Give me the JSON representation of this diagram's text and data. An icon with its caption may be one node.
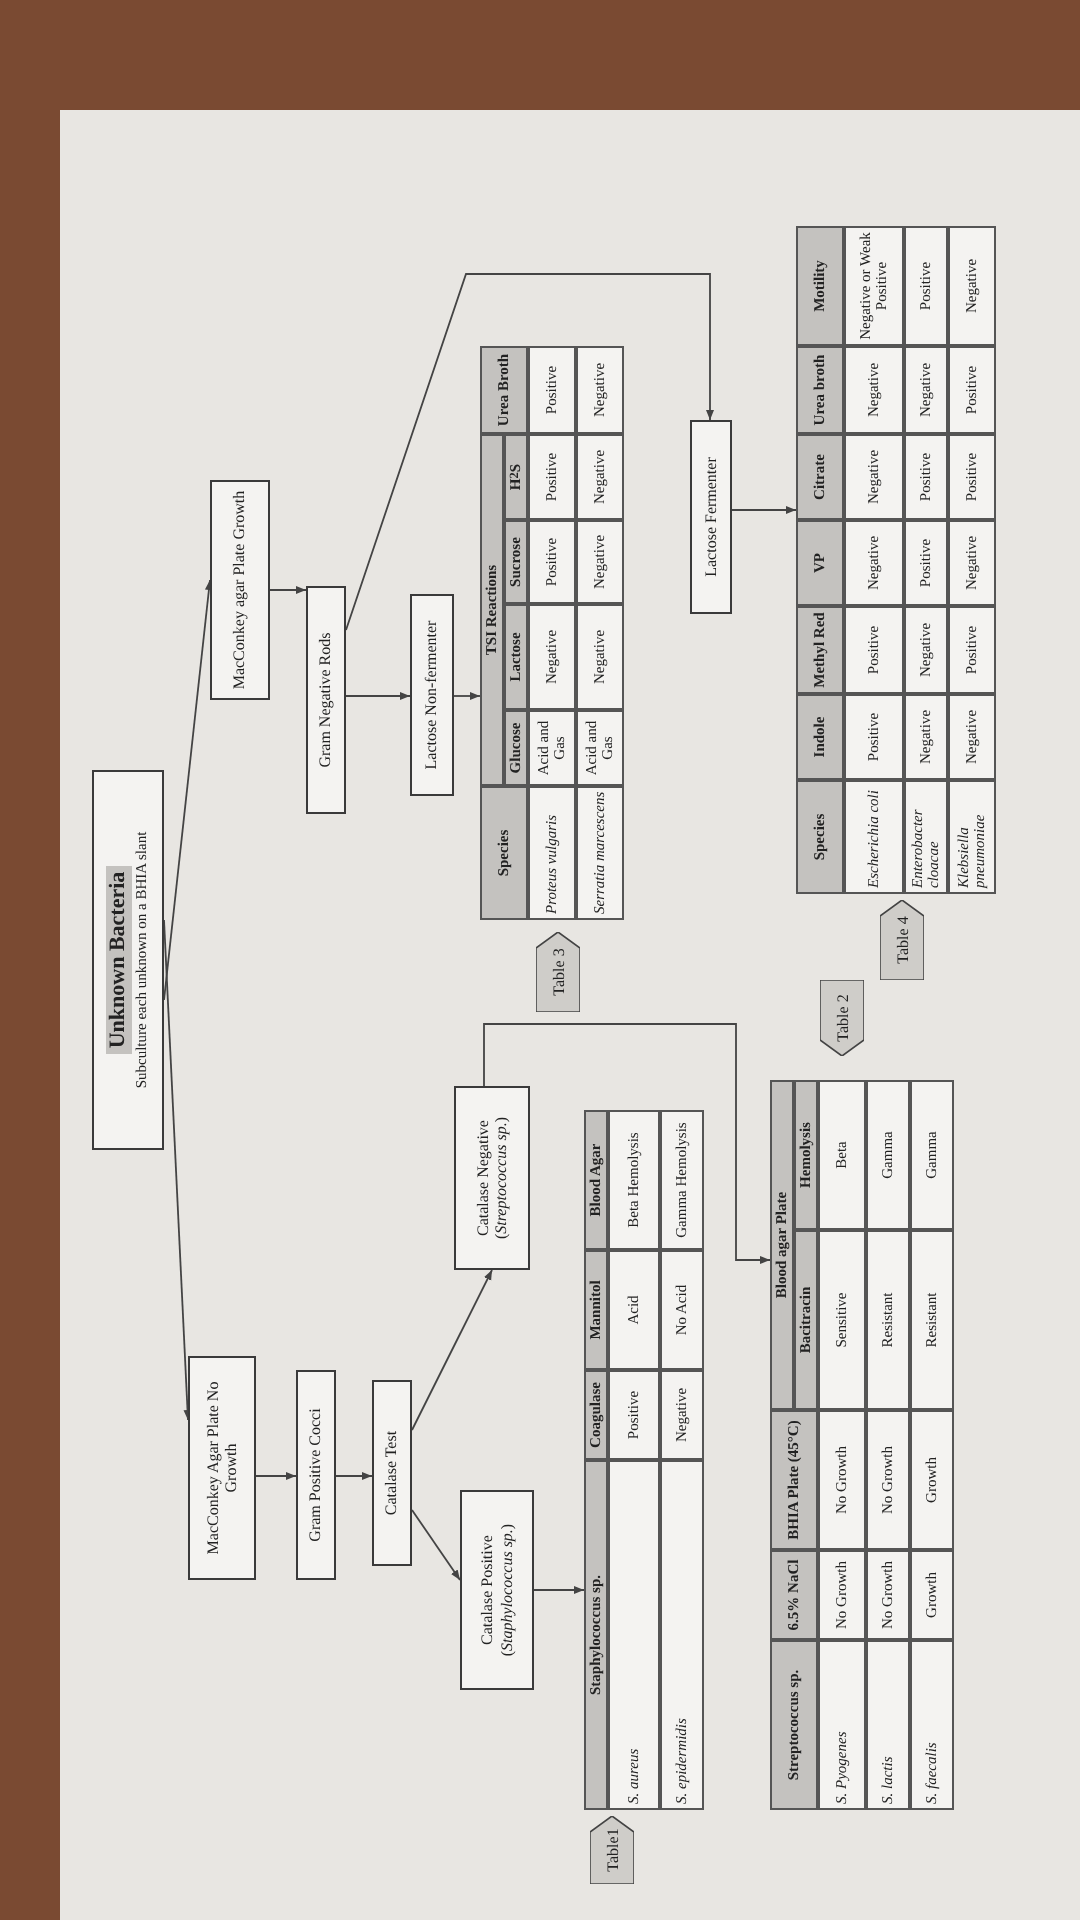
{
  "diagram": {
    "nodes": [
      {
        "text": [
          "Unknown Bacteria",
          "Subculture each unknown on a BHIA slant"
        ]
      },
      {
        "text": [
          "MacConkey Agar Plate No Growth"
        ]
      },
      {
        "text": [
          "Gram Positive Cocci"
        ]
      },
      {
        "text": [
          "Catalase Test"
        ]
      },
      {
        "text": [
          "Catalase Positive (*Staphylococcus sp.*)"
        ]
      },
      {
        "text": [
          "Catalase Negative (*Streptococcus sp.*)"
        ]
      },
      {
        "text": [
          "MacConkey agar Plate Growth"
        ]
      },
      {
        "text": [
          "Gram Negative Rods"
        ]
      },
      {
        "text": [
          "Lactose Non-fermenter"
        ]
      },
      {
        "text": [
          "Lactose Fermenter"
        ]
      },
      {
        "text": [
          "Table1"
        ]
      },
      {
        "text": [
          "Staphylococcus sp.",
          "Coagulase",
          "Mannitol",
          "Blood Agar",
          "S. aureus",
          "Positive",
          "Acid",
          "Beta Hemolysis",
          "S. epidermidis",
          "Negative",
          "No Acid",
          "Gamma Hemolysis"
        ]
      },
      {
        "text": [
          "Table 2"
        ]
      },
      {
        "text": [
          "Streptococcus sp.",
          "6.5% NaCl",
          "BHIA Plate (45°C)",
          "Blood agar Plate",
          "Bacitracin",
          "Hemolysis",
          "S. Pyogenes",
          "No Growth",
          "No Growth",
          "Sensitive",
          "Beta",
          "S. lactis",
          "No Growth",
          "No Growth",
          "Resistant",
          "Gamma",
          "S. faecalis",
          "Growth",
          "Growth",
          "Resistant",
          "Gamma"
        ]
      },
      {
        "text": [
          "Table 3"
        ]
      },
      {
        "text": [
          "Species",
          "TSI Reactions",
          "Urea Broth",
          "Glucose",
          "Lactose",
          "Sucrose",
          "H$_{2}$S",
          "Proteus vulgaris",
          "Acid and Gas",
          "Negative",
          "Positive",
          "Positive",
          "Positive",
          "Serratia marcescens",
          "Acid and Gas",
          "Negative",
          "Negative",
          "Negative",
          "Negative"
        ]
      },
      {
        "text": [
          "Table 4"
        ]
      },
      {
        "text": [
          "Species",
          "Indole",
          "Methyl Red",
          "VP",
          "Citrate",
          "Urea broth",
          "Motility",
          "Escherichia coli",
          "Positive",
          "Positive",
          "Negative",
          "Negative",
          "Negative",
          "Negative or Weak Positive",
          "Enterobacter cloacae",
          "Negative",
          "Negative",
          "Positive",
          "Positive",
          "Negative",
          "Positive",
          "Klebsiella pneumoniae",
          "Negative",
          "Positive",
          "Negative",
          "Positive",
          "Positive",
          "Negative"
        ]
      }
    ],
    "edges": [
      {
        "from": 0,
        "to": 1,
        "arrow": "to"
      },
      {
        "from": 0,
        "to": 6,
        "arrow": "to"
      },
      {
        "from": 1,
        "to": 2,
        "arrow": "to"
      },
      {
        "from": 2,
        "to": 3,
        "arrow": "to"
      },
      {
        "from": 3,
        "to": 4,
        "arrow": "to"
      },
      {
        "from": 3,
        "to": 5,
        "arrow": "to"
      },
      {
        "from": 4,
        "to": 11,
        "arrow": "to"
      },
      {
        "from": 5,
        "to": 13,
        "arrow": "to"
      },
      {
        "from": 6,
        "to": 7,
        "arrow": "to"
      },
      {
        "from": 7,
        "to": 8,
        "arrow": "to"
      },
      {
        "from": 7,
        "to": 9,
        "arrow": "to"
      },
      {
        "from": 8,
        "to": 15,
        "arrow": "to"
      },
      {
        "from": 9,
        "to": 17,
        "arrow": "to"
      }
    ]
  }
}
